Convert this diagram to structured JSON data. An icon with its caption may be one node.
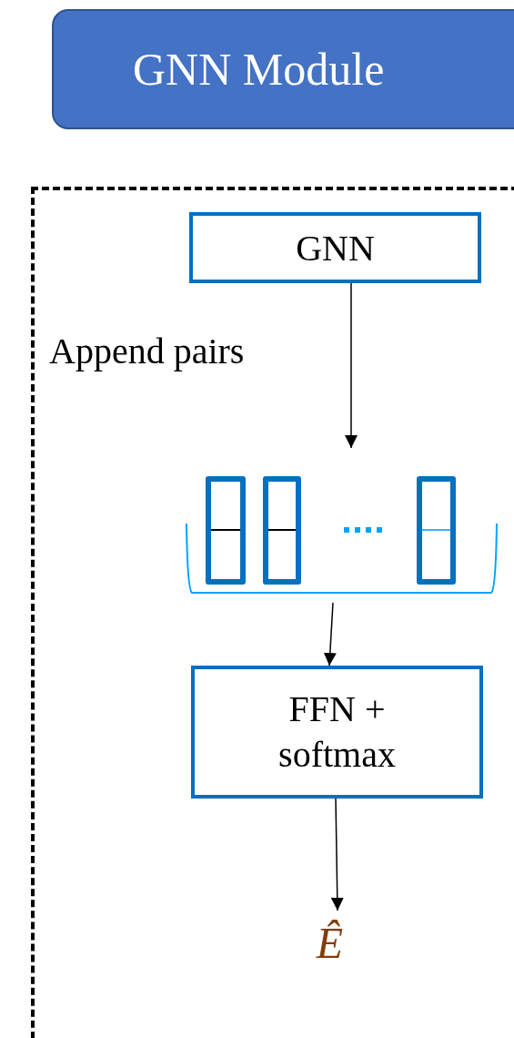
{
  "diagram": {
    "nodes": [
      {
        "text": [
          "GNN Module"
        ]
      },
      {
        "text": [],
        "shape": "box"
      },
      {
        "text": [
          "GNN"
        ],
        "in": 1
      },
      {
        "text": [],
        "shape": "box",
        "in": 1
      },
      {
        "text": [],
        "shape": "box",
        "in": 3
      },
      {
        "text": [],
        "shape": "box",
        "in": 3
      },
      {
        "text": [],
        "shape": "box",
        "in": 3
      },
      {
        "text": [
          "FFN + softmax"
        ],
        "in": 1
      },
      {
        "text": [
          "Ê"
        ],
        "in": 1
      }
    ],
    "edges": [
      {
        "from": 2,
        "to": 3,
        "arrow": "to"
      },
      {
        "from": 3,
        "to": 7,
        "arrow": "to"
      },
      {
        "from": 7,
        "to": 8,
        "arrow": "to"
      }
    ],
    "labels": [
      "Append pairs"
    ]
  }
}
